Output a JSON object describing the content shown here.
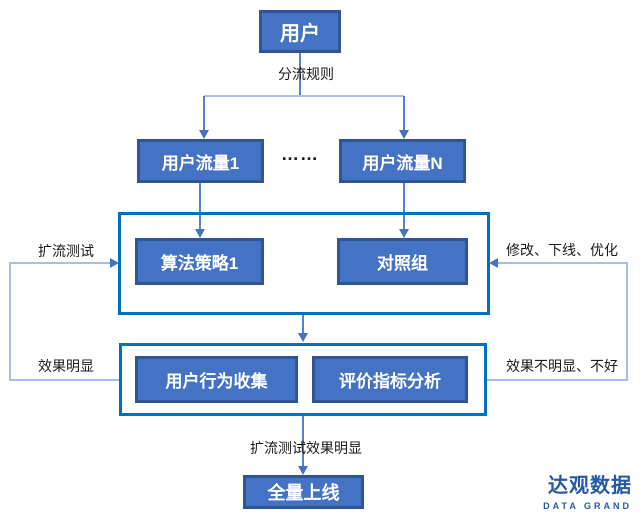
{
  "colors": {
    "box_fill": "#4472C4",
    "box_border": "#2F5597",
    "container_border": "#0070C0",
    "line_light": "#A9C0E4",
    "line_med": "#4472C4",
    "logo_blue": "#2757A8"
  },
  "nodes": {
    "user": "用户",
    "traffic1": "用户流量1",
    "trafficN": "用户流量N",
    "dots": "……",
    "algo_strategy": "算法策略1",
    "control_group": "对照组",
    "behavior_collect": "用户行为收集",
    "metric_analysis": "评价指标分析",
    "full_launch": "全量上线"
  },
  "labels": {
    "split_rule": "分流规则",
    "expand_test": "扩流测试",
    "modify_offline_optimize": "修改、下线、优化",
    "effect_obvious": "效果明显",
    "effect_not_obvious": "效果不明显、不好",
    "expand_test_effect": "扩流测试效果明显"
  },
  "logo": {
    "cn": "达观数据",
    "en": "DATA GRAND"
  }
}
